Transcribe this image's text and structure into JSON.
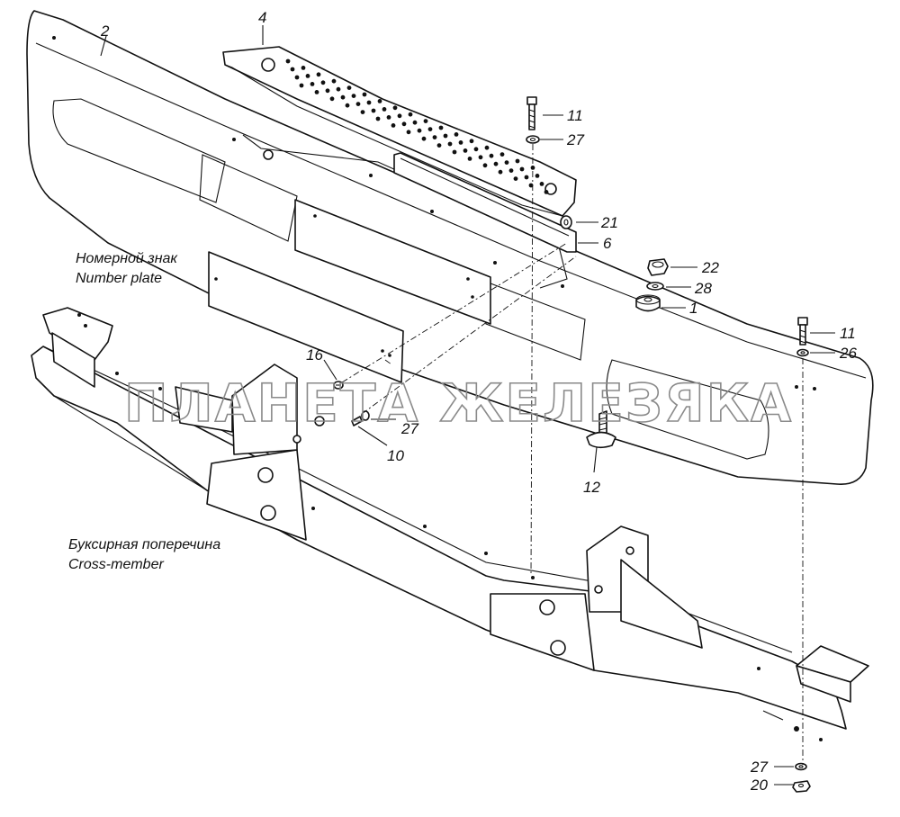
{
  "watermark": "ПЛАНЕТА ЖЕЛЕЗЯКА",
  "captions": {
    "number_plate_ru": "Номерной знак",
    "number_plate_en": "Number plate",
    "cross_member_ru": "Буксирная поперечина",
    "cross_member_en": "Cross-member"
  },
  "callouts": {
    "c2": "2",
    "c4": "4",
    "c11a": "11",
    "c27a": "27",
    "c21": "21",
    "c6": "6",
    "c22": "22",
    "c28": "28",
    "c1": "1",
    "c11b": "11",
    "c26": "26",
    "c16": "16",
    "c27b": "27",
    "c10": "10",
    "c12": "12",
    "c27c": "27",
    "c20": "20"
  }
}
